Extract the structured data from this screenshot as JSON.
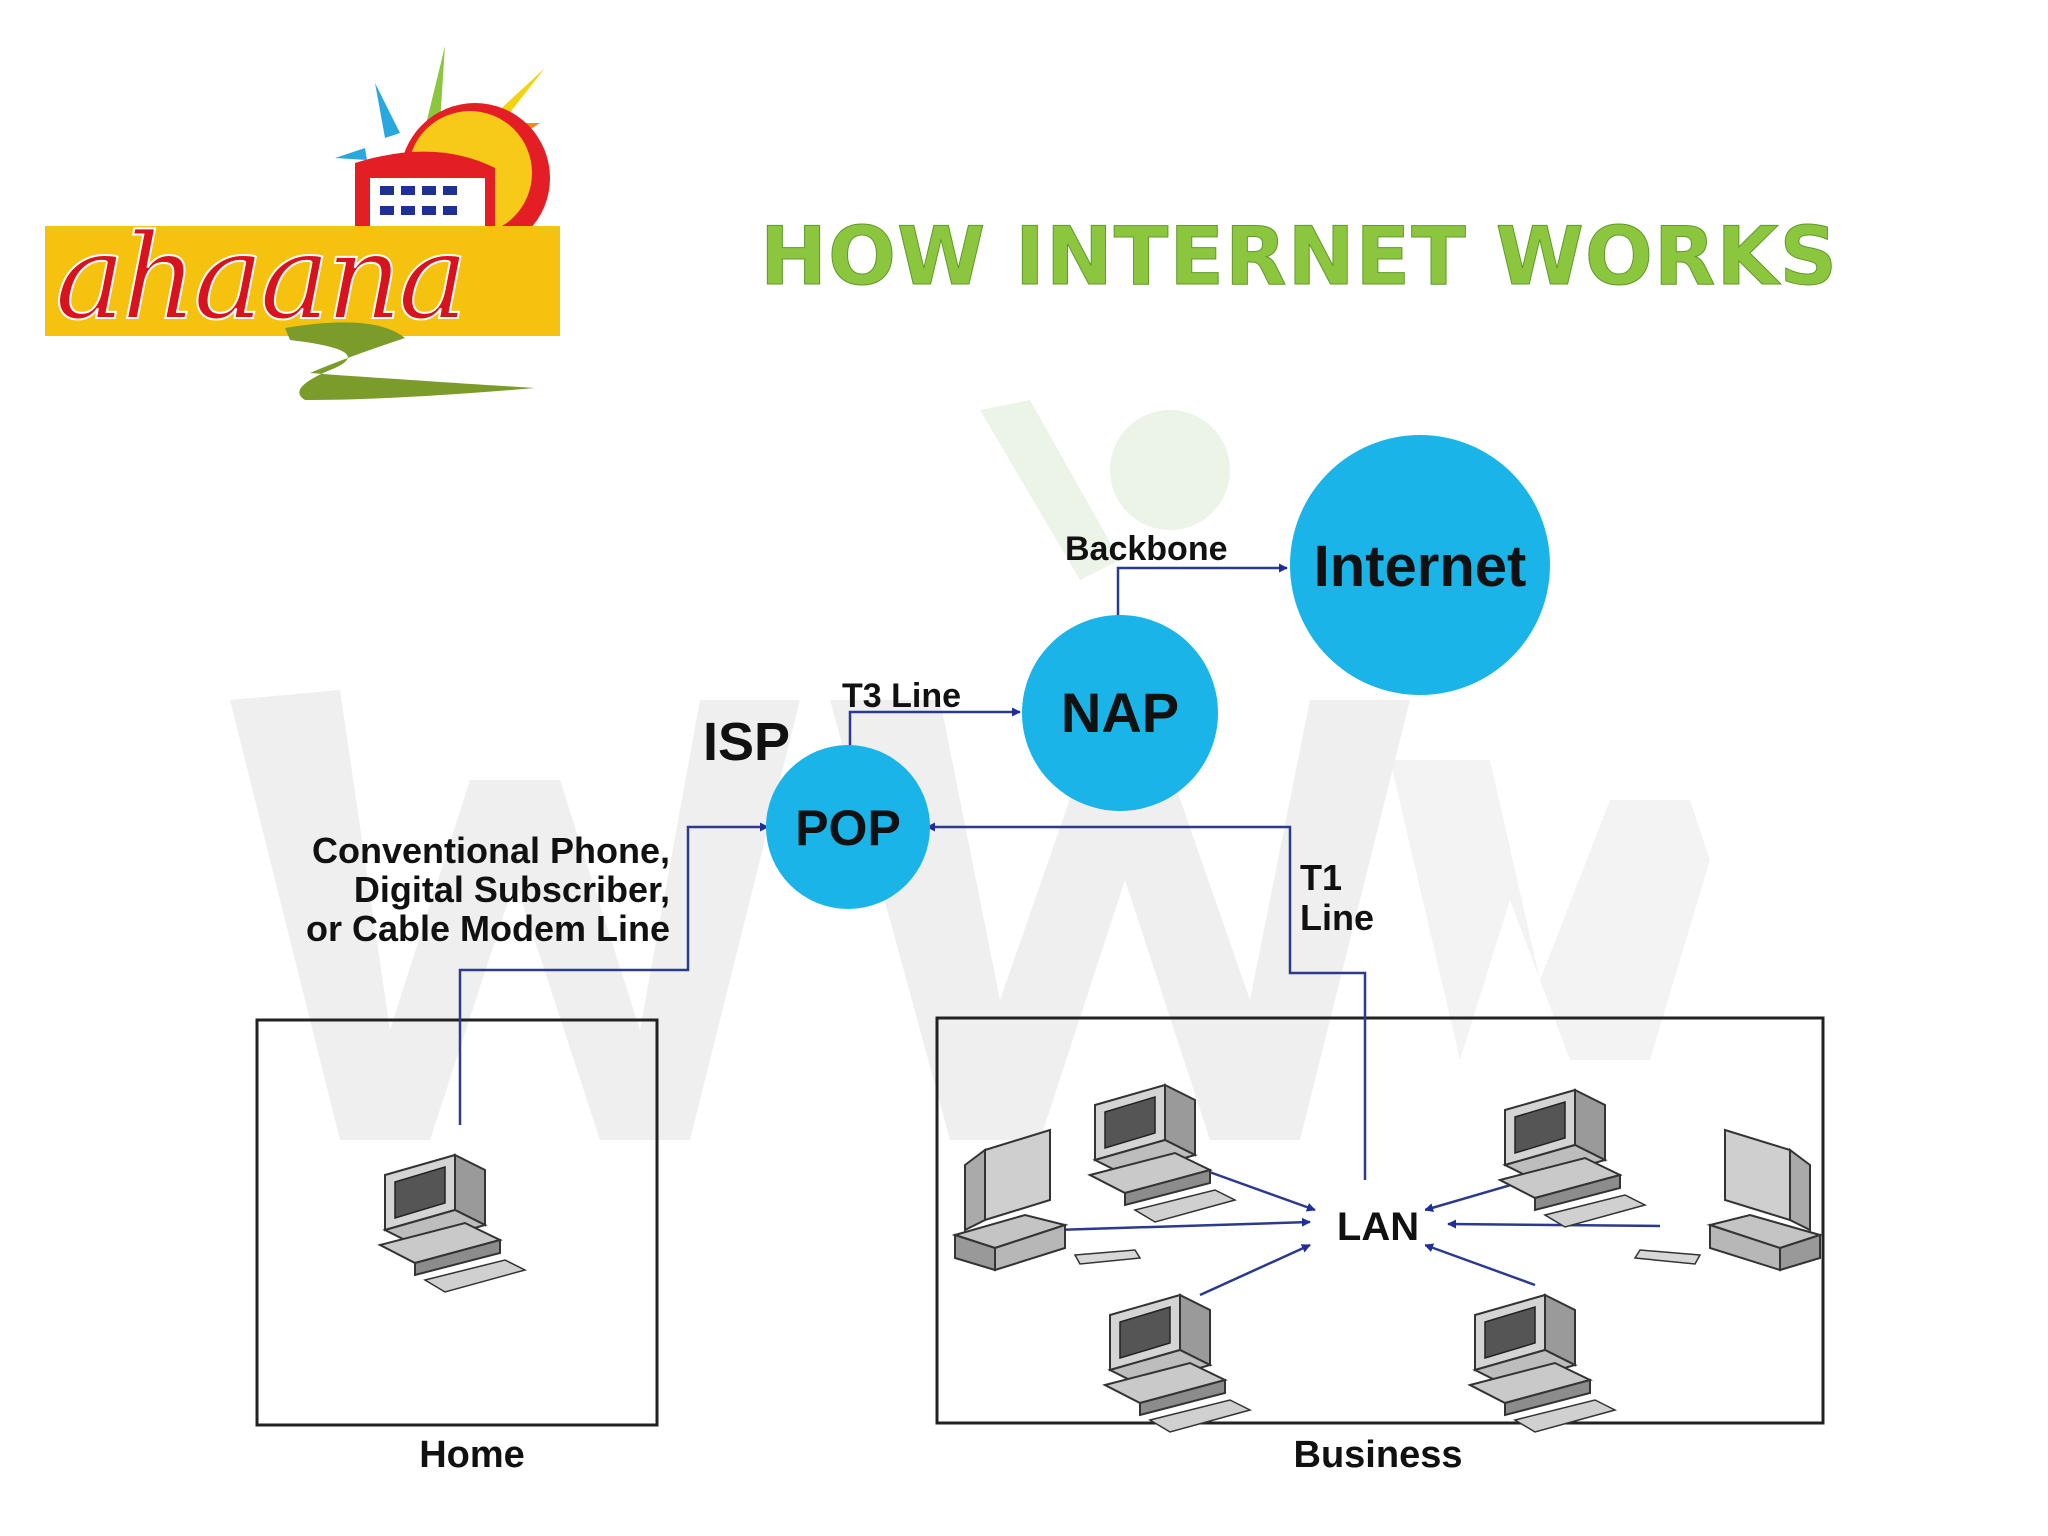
{
  "title": "HOW INTERNET WORKS",
  "logo": {
    "text": "ahaana"
  },
  "nodes": {
    "internet": "Internet",
    "nap": "NAP",
    "pop": "POP",
    "isp": "ISP",
    "lan": "LAN"
  },
  "connections": {
    "backbone": "Backbone",
    "t3": "T3 Line",
    "t1_line1": "T1",
    "t1_line2": "Line",
    "home_line1": "Conventional Phone,",
    "home_line2": "Digital Subscriber,",
    "home_line3": "or Cable Modem Line"
  },
  "boxes": {
    "home": "Home",
    "business": "Business"
  },
  "colors": {
    "title": "#8cc63f",
    "node": "#1ab4e8",
    "arrow": "#1f2f9a",
    "watermark": "#efefef"
  }
}
